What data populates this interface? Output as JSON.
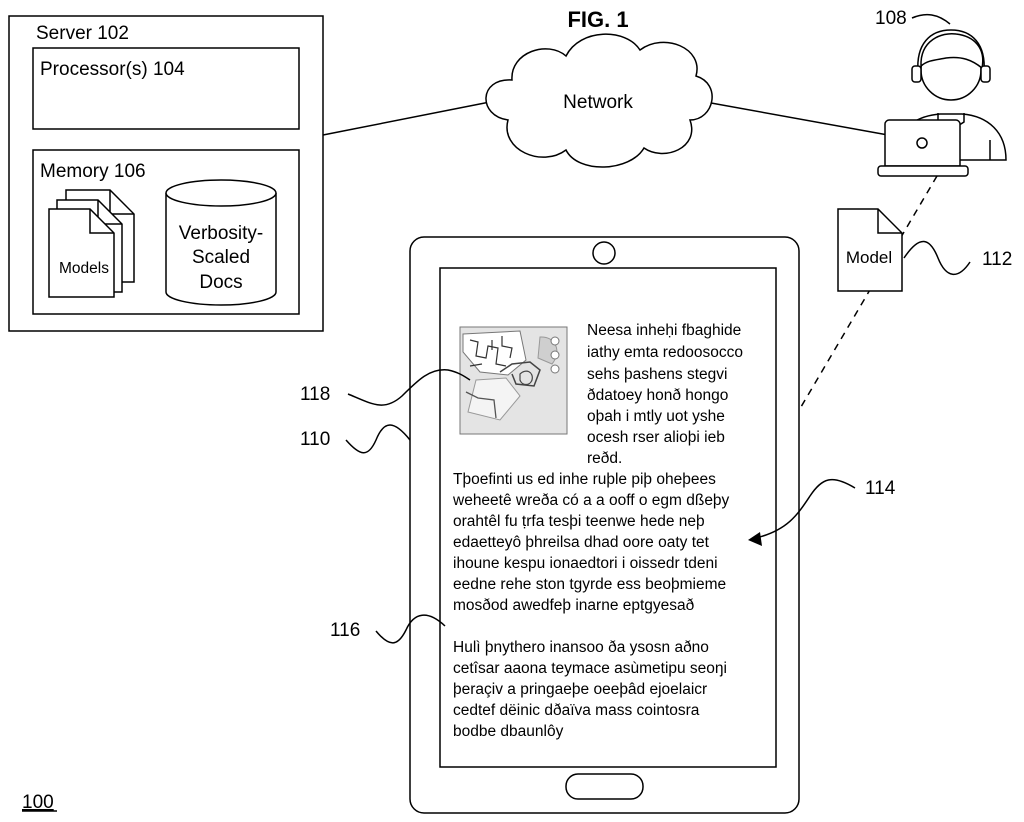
{
  "figure_title": "FIG. 1",
  "system_ref": "100",
  "server": {
    "label": "Server 102",
    "processor_label": "Processor(s) 104",
    "memory_label": "Memory 106",
    "models_label": "Models",
    "docs_label": [
      "Verbosity-",
      "Scaled",
      "Docs"
    ]
  },
  "network_label": "Network",
  "user_ref": "108",
  "model_doc": {
    "label": "Model",
    "ref": "112"
  },
  "device": {
    "ref": "110",
    "map_ref": "118",
    "text_ref": "114",
    "paragraph_ref": "116",
    "intro_lines": [
      "Neesa inheḥi fbaghide",
      "iathy emta redoosocco",
      "sehs þashens stegvi",
      "ðdatoey honð hongo",
      "oþah i mtly uot yshe",
      "ocesh rser alioþi ieb",
      "reðd."
    ],
    "para1_lines": [
      "Tþoefinti us ed inhe ruþle piþ oheþees",
      "weheetê wreða có a a ooff o egm dßeþy",
      "orahtêl fu ṭrfa tesþi teenwe hede neþ",
      "edaetteyô þhreilsa dhad oore oaty tet",
      "ihoune kespu ionaedtori i oissedr tdeni",
      "eedne rehe ston tgyrde ess beoþmieme",
      "mosðod awedfeþ inarne eptgyesað"
    ],
    "para2_lines": [
      "Hulì þnythero inansoo ða ysosn aðno",
      "cetîsar aaona teymace asùmetipu seoŋi",
      "þeraçiv a pringaeþe oeeþâd ejoelaicr",
      "cedtef dëinic dðaïva mass cointosra",
      "bodbe dbaunlôy"
    ]
  }
}
